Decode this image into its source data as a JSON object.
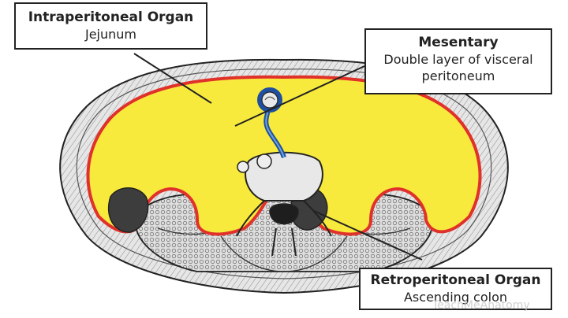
{
  "labels": {
    "intraperitoneal": {
      "title": "Intraperitoneal Organ",
      "subtitle": "Jejunum"
    },
    "mesentary": {
      "title": "Mesentary",
      "subtitle_line1": "Double layer of visceral",
      "subtitle_line2": "peritoneum"
    },
    "retroperitoneal": {
      "title": "Retroperitoneal Organ",
      "subtitle": "Ascending colon"
    }
  },
  "watermark": "TeachMeAnatomy",
  "colors": {
    "peritoneal_cavity": "#f7ea3c",
    "parietal_peritoneum": "#e0312b",
    "visceral_peritoneum": "#1f4fa0",
    "tissue_fill": "#d8d8d8",
    "outline": "#222222"
  }
}
